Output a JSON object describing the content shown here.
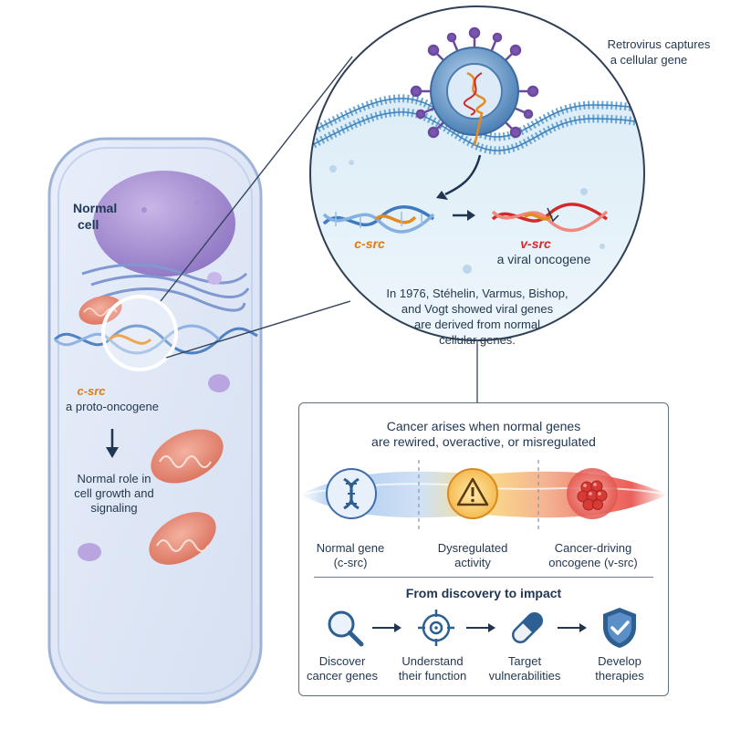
{
  "cell": {
    "title_line1": "Normal",
    "title_line2": "cell",
    "gene_name": "c-src",
    "gene_desc": "a proto-oncogene",
    "role_line1": "Normal role in",
    "role_line2": "cell growth and",
    "role_line3": "signaling"
  },
  "zoom": {
    "caption_line1": "Retrovirus captures",
    "caption_line2": "a cellular gene",
    "left_gene": "c-src",
    "right_gene": "v-src",
    "right_desc": "a viral oncogene",
    "history_line1": "In 1976, Stéhelin, Varmus, Bishop,",
    "history_line2": "and Vogt showed viral genes",
    "history_line3": "are derived from normal",
    "history_line4": "cellular genes."
  },
  "panel": {
    "heading_line1": "Cancer arises when normal genes",
    "heading_line2": "are rewired, overactive, or misregulated",
    "stages": [
      {
        "line1": "Normal gene",
        "line2": "(c-src)",
        "icon": "dna-icon"
      },
      {
        "line1": "Dysregulated",
        "line2": "activity",
        "icon": "warning-icon"
      },
      {
        "line1": "Cancer-driving",
        "line2": "oncogene (v-src)",
        "icon": "tumor-cells-icon"
      }
    ],
    "impact_title": "From discovery to impact",
    "steps": [
      {
        "line1": "Discover",
        "line2": "cancer genes",
        "icon": "magnifier-icon"
      },
      {
        "line1": "Understand",
        "line2": "their function",
        "icon": "target-icon"
      },
      {
        "line1": "Target",
        "line2": "vulnerabilities",
        "icon": "pill-icon"
      },
      {
        "line1": "Develop",
        "line2": "therapies",
        "icon": "shield-check-icon"
      }
    ]
  },
  "colors": {
    "src_orange": "#e07a12",
    "vsrc_red": "#d12a2a",
    "cell_blue": "#dbe5f5",
    "accent_blue": "#2d5f93"
  }
}
